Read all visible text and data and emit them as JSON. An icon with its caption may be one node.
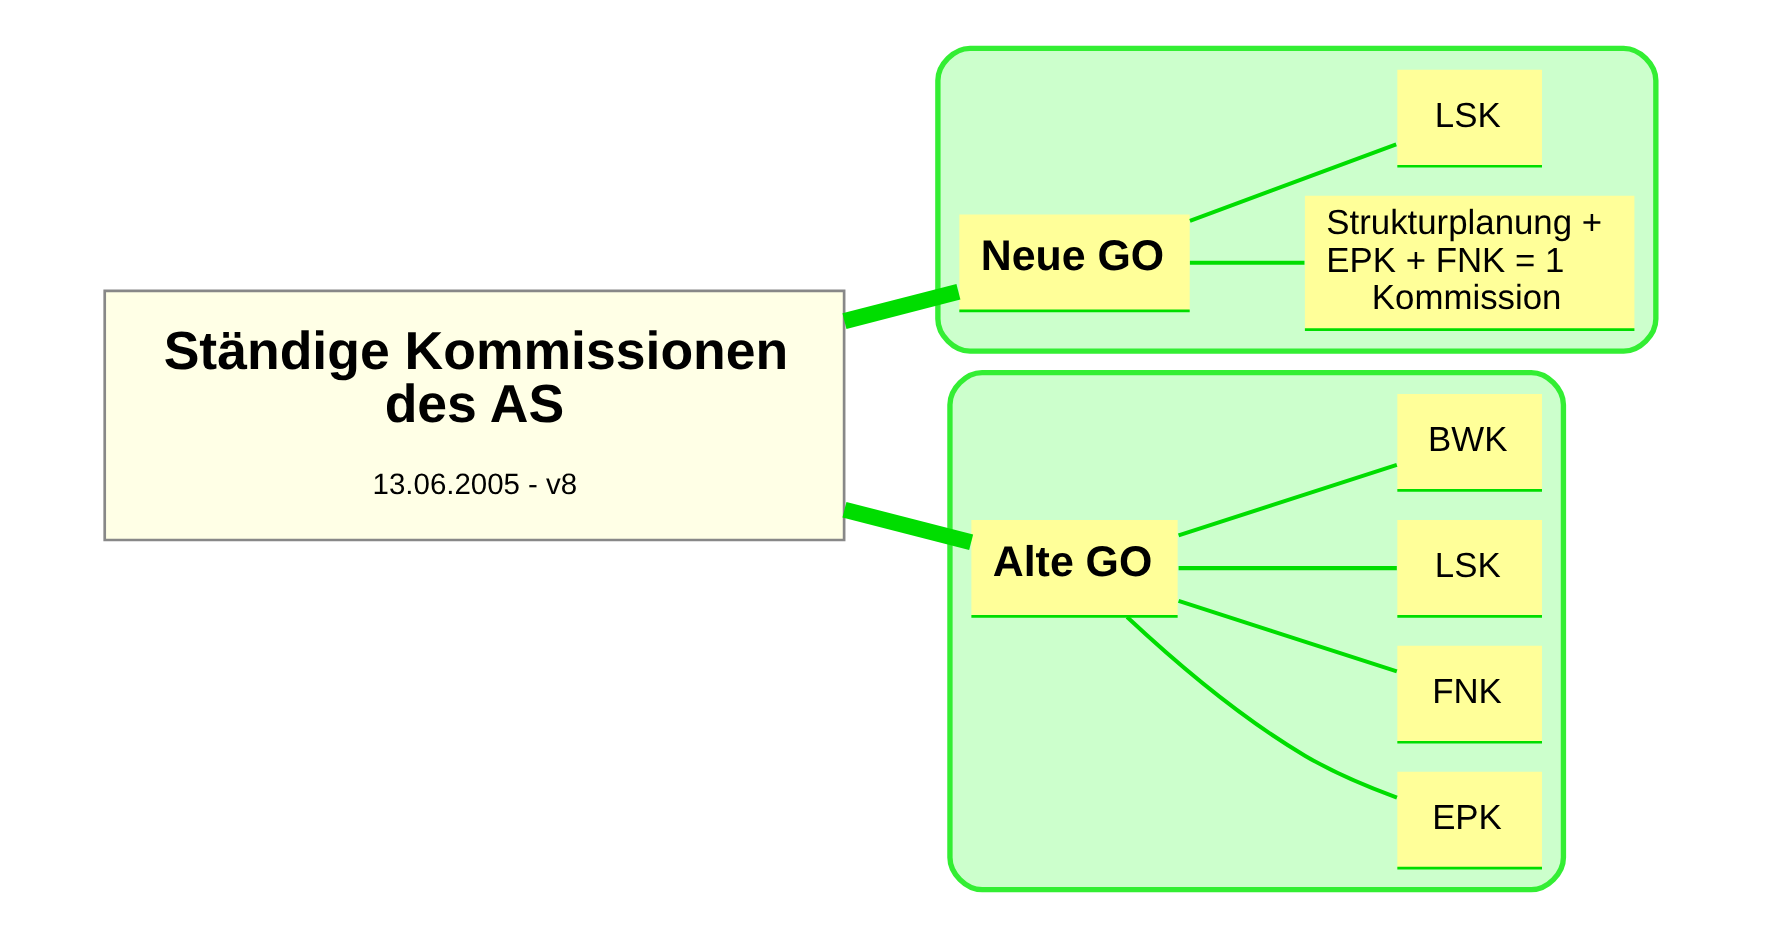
{
  "diagram": {
    "nodes": [
      {
        "text": [
          "Ständige Kommissionen des AS",
          "13.06.2005 - v8"
        ]
      },
      {
        "text": [],
        "shape": "cloud"
      },
      {
        "text": [
          "Neue GO"
        ],
        "in": 1
      },
      {
        "text": [
          "Strukturplanung + EPK + FNK = 1 Kommission"
        ],
        "in": 1
      },
      {
        "text": [
          "LSK"
        ],
        "in": 1
      },
      {
        "text": [],
        "shape": "cloud"
      },
      {
        "text": [
          "Alte GO"
        ],
        "in": 5
      },
      {
        "text": [
          "EPK"
        ],
        "in": 5
      },
      {
        "text": [
          "FNK"
        ],
        "in": 5
      },
      {
        "text": [
          "LSK"
        ],
        "in": 5
      },
      {
        "text": [
          "BWK"
        ],
        "in": 5
      }
    ],
    "edges": [
      {
        "from": 0,
        "to": 2,
        "arrow": "none",
        "style": "thick"
      },
      {
        "from": 2,
        "to": 3,
        "arrow": "none"
      },
      {
        "from": 2,
        "to": 4,
        "arrow": "none"
      },
      {
        "from": 0,
        "to": 6,
        "arrow": "none",
        "style": "thick"
      },
      {
        "from": 6,
        "to": 7,
        "arrow": "none"
      },
      {
        "from": 6,
        "to": 8,
        "arrow": "none"
      },
      {
        "from": 6,
        "to": 9,
        "arrow": "none"
      },
      {
        "from": 6,
        "to": 10,
        "arrow": "none"
      }
    ]
  }
}
